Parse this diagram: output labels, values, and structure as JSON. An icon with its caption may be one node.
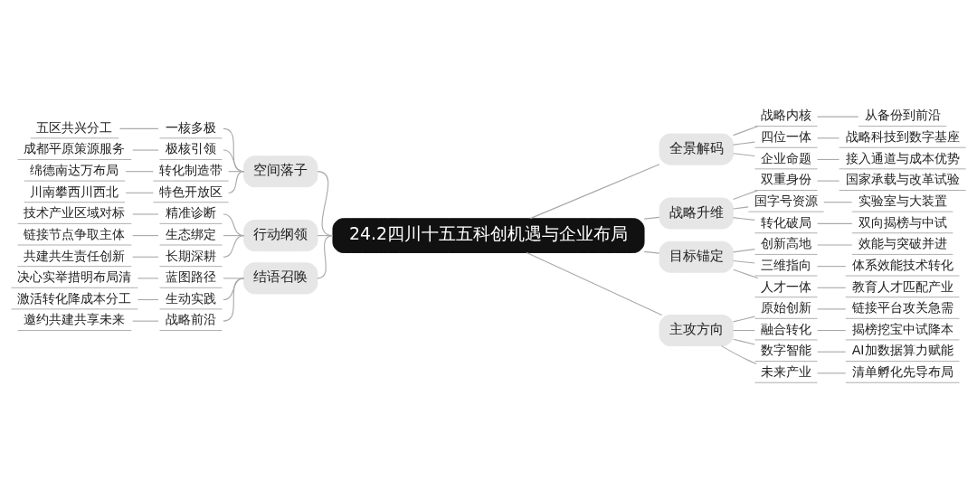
{
  "diagram": {
    "nodes": [
      {
        "text": [
          "24.2四川十五五科创机遇与企业布局"
        ]
      },
      {
        "text": [
          "空间落子"
        ]
      },
      {
        "text": [
          "一核多极"
        ]
      },
      {
        "text": [
          "五区共兴分工"
        ]
      },
      {
        "text": [
          "极核引领"
        ]
      },
      {
        "text": [
          "成都平原策源服务"
        ]
      },
      {
        "text": [
          "转化制造带"
        ]
      },
      {
        "text": [
          "绵德南达万布局"
        ]
      },
      {
        "text": [
          "特色开放区"
        ]
      },
      {
        "text": [
          "川南攀西川西北"
        ]
      },
      {
        "text": [
          "行动纲领"
        ]
      },
      {
        "text": [
          "精准诊断"
        ]
      },
      {
        "text": [
          "技术产业区域对标"
        ]
      },
      {
        "text": [
          "生态绑定"
        ]
      },
      {
        "text": [
          "链接节点争取主体"
        ]
      },
      {
        "text": [
          "长期深耕"
        ]
      },
      {
        "text": [
          "共建共生责任创新"
        ]
      },
      {
        "text": [
          "结语召唤"
        ]
      },
      {
        "text": [
          "蓝图路径"
        ]
      },
      {
        "text": [
          "决心实举措明布局清"
        ]
      },
      {
        "text": [
          "生动实践"
        ]
      },
      {
        "text": [
          "激活转化降成本分工"
        ]
      },
      {
        "text": [
          "战略前沿"
        ]
      },
      {
        "text": [
          "邀约共建共享未来"
        ]
      },
      {
        "text": [
          "全景解码"
        ]
      },
      {
        "text": [
          "战略内核"
        ]
      },
      {
        "text": [
          "从备份到前沿"
        ]
      },
      {
        "text": [
          "四位一体"
        ]
      },
      {
        "text": [
          "战略科技到数字基座"
        ]
      },
      {
        "text": [
          "企业命题"
        ]
      },
      {
        "text": [
          "接入通道与成本优势"
        ]
      },
      {
        "text": [
          "战略升维"
        ]
      },
      {
        "text": [
          "双重身份"
        ]
      },
      {
        "text": [
          "国家承载与改革试验"
        ]
      },
      {
        "text": [
          "国字号资源"
        ]
      },
      {
        "text": [
          "实验室与大装置"
        ]
      },
      {
        "text": [
          "转化破局"
        ]
      },
      {
        "text": [
          "双向揭榜与中试"
        ]
      },
      {
        "text": [
          "目标锚定"
        ]
      },
      {
        "text": [
          "创新高地"
        ]
      },
      {
        "text": [
          "效能与突破并进"
        ]
      },
      {
        "text": [
          "三维指向"
        ]
      },
      {
        "text": [
          "体系效能技术转化"
        ]
      },
      {
        "text": [
          "人才一体"
        ]
      },
      {
        "text": [
          "教育人才匹配产业"
        ]
      },
      {
        "text": [
          "主攻方向"
        ]
      },
      {
        "text": [
          "原始创新"
        ]
      },
      {
        "text": [
          "链接平台攻关急需"
        ]
      },
      {
        "text": [
          "融合转化"
        ]
      },
      {
        "text": [
          "揭榜挖宝中试降本"
        ]
      },
      {
        "text": [
          "数字智能"
        ]
      },
      {
        "text": [
          "AI加数据算力赋能"
        ]
      },
      {
        "text": [
          "未来产业"
        ]
      },
      {
        "text": [
          "清单孵化先导布局"
        ]
      }
    ],
    "edges": [
      {
        "from": 0,
        "to": 1,
        "arrow": "none"
      },
      {
        "from": 1,
        "to": 2,
        "arrow": "none"
      },
      {
        "from": 2,
        "to": 3,
        "arrow": "none"
      },
      {
        "from": 1,
        "to": 4,
        "arrow": "none"
      },
      {
        "from": 4,
        "to": 5,
        "arrow": "none"
      },
      {
        "from": 1,
        "to": 6,
        "arrow": "none"
      },
      {
        "from": 6,
        "to": 7,
        "arrow": "none"
      },
      {
        "from": 1,
        "to": 8,
        "arrow": "none"
      },
      {
        "from": 8,
        "to": 9,
        "arrow": "none"
      },
      {
        "from": 0,
        "to": 10,
        "arrow": "none"
      },
      {
        "from": 10,
        "to": 11,
        "arrow": "none"
      },
      {
        "from": 11,
        "to": 12,
        "arrow": "none"
      },
      {
        "from": 10,
        "to": 13,
        "arrow": "none"
      },
      {
        "from": 13,
        "to": 14,
        "arrow": "none"
      },
      {
        "from": 10,
        "to": 15,
        "arrow": "none"
      },
      {
        "from": 15,
        "to": 16,
        "arrow": "none"
      },
      {
        "from": 0,
        "to": 17,
        "arrow": "none"
      },
      {
        "from": 17,
        "to": 18,
        "arrow": "none"
      },
      {
        "from": 18,
        "to": 19,
        "arrow": "none"
      },
      {
        "from": 17,
        "to": 20,
        "arrow": "none"
      },
      {
        "from": 20,
        "to": 21,
        "arrow": "none"
      },
      {
        "from": 17,
        "to": 22,
        "arrow": "none"
      },
      {
        "from": 22,
        "to": 23,
        "arrow": "none"
      },
      {
        "from": 0,
        "to": 24,
        "arrow": "none"
      },
      {
        "from": 24,
        "to": 25,
        "arrow": "none"
      },
      {
        "from": 25,
        "to": 26,
        "arrow": "none"
      },
      {
        "from": 24,
        "to": 27,
        "arrow": "none"
      },
      {
        "from": 27,
        "to": 28,
        "arrow": "none"
      },
      {
        "from": 24,
        "to": 29,
        "arrow": "none"
      },
      {
        "from": 29,
        "to": 30,
        "arrow": "none"
      },
      {
        "from": 0,
        "to": 31,
        "arrow": "none"
      },
      {
        "from": 31,
        "to": 32,
        "arrow": "none"
      },
      {
        "from": 32,
        "to": 33,
        "arrow": "none"
      },
      {
        "from": 31,
        "to": 34,
        "arrow": "none"
      },
      {
        "from": 34,
        "to": 35,
        "arrow": "none"
      },
      {
        "from": 31,
        "to": 36,
        "arrow": "none"
      },
      {
        "from": 36,
        "to": 37,
        "arrow": "none"
      },
      {
        "from": 0,
        "to": 38,
        "arrow": "none"
      },
      {
        "from": 38,
        "to": 39,
        "arrow": "none"
      },
      {
        "from": 39,
        "to": 40,
        "arrow": "none"
      },
      {
        "from": 38,
        "to": 41,
        "arrow": "none"
      },
      {
        "from": 41,
        "to": 42,
        "arrow": "none"
      },
      {
        "from": 38,
        "to": 43,
        "arrow": "none"
      },
      {
        "from": 43,
        "to": 44,
        "arrow": "none"
      },
      {
        "from": 0,
        "to": 45,
        "arrow": "none"
      },
      {
        "from": 45,
        "to": 46,
        "arrow": "none"
      },
      {
        "from": 46,
        "to": 47,
        "arrow": "none"
      },
      {
        "from": 45,
        "to": 48,
        "arrow": "none"
      },
      {
        "from": 48,
        "to": 49,
        "arrow": "none"
      },
      {
        "from": 45,
        "to": 50,
        "arrow": "none"
      },
      {
        "from": 50,
        "to": 51,
        "arrow": "none"
      },
      {
        "from": 45,
        "to": 52,
        "arrow": "none"
      },
      {
        "from": 52,
        "to": 53,
        "arrow": "none"
      }
    ]
  }
}
